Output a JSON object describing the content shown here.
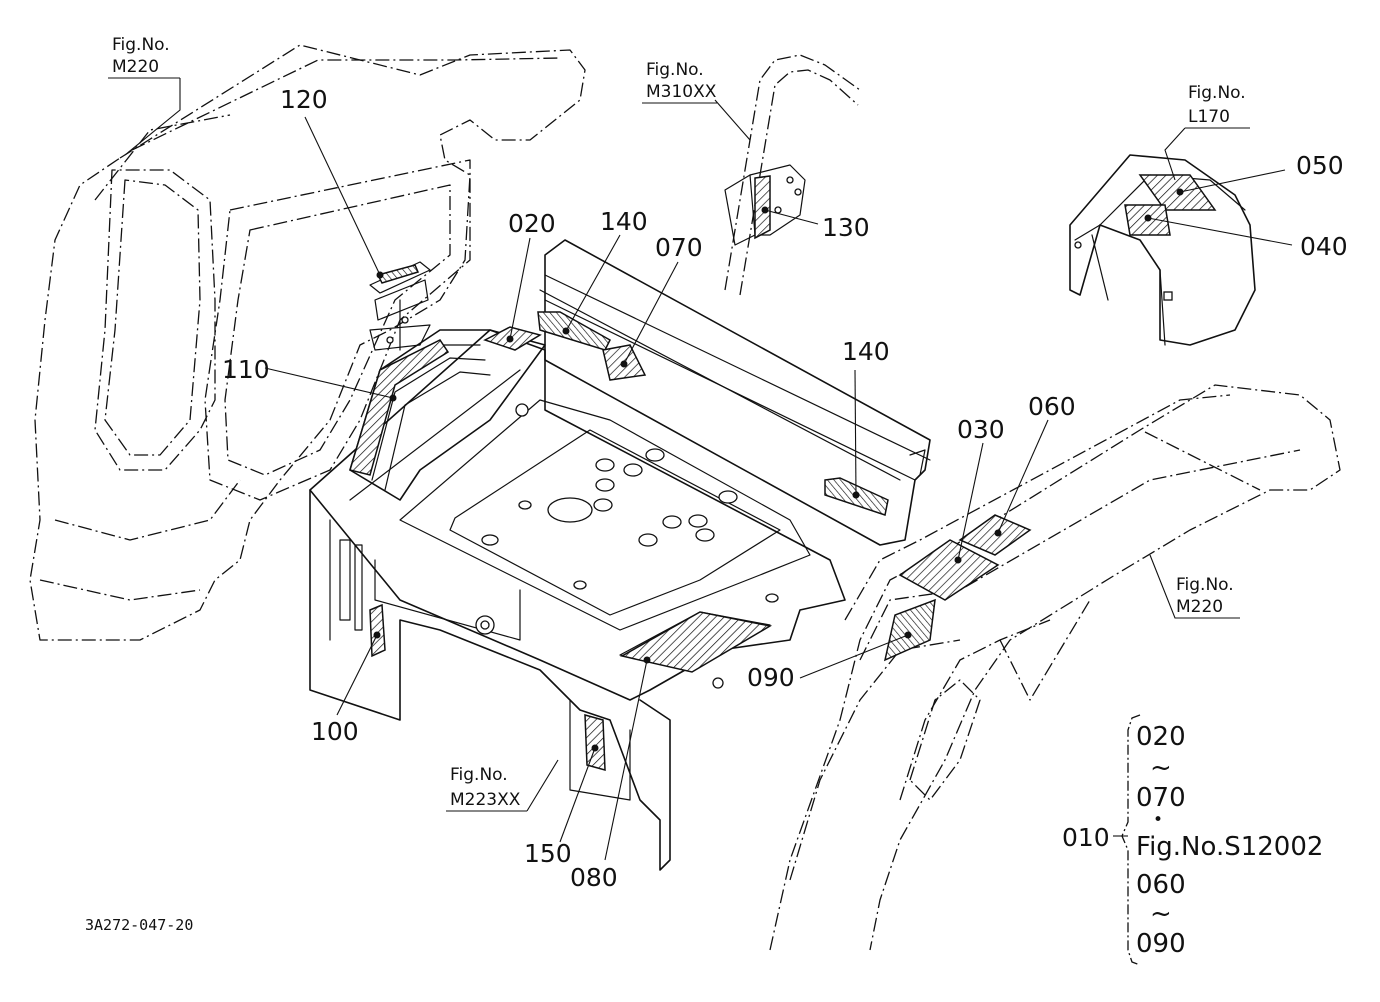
{
  "figure_refs": {
    "left_fender": {
      "label": "Fig.No.",
      "value": "M220"
    },
    "lever": {
      "label": "Fig.No.",
      "value": "M310XX"
    },
    "cover": {
      "label": "Fig.No.",
      "value": "L170"
    },
    "right_fender": {
      "label": "Fig.No.",
      "value": "M220"
    },
    "seat_base": {
      "label": "Fig.No.",
      "value": "M223XX"
    }
  },
  "callouts": {
    "c010": "010",
    "c020": "020",
    "c030": "030",
    "c040": "040",
    "c050": "050",
    "c060": "060",
    "c070": "070",
    "c080": "080",
    "c090": "090",
    "c100": "100",
    "c110": "110",
    "c120": "120",
    "c130": "130",
    "c140a": "140",
    "c140b": "140",
    "c150": "150"
  },
  "kit_bracket": {
    "line1": "020",
    "tilde1": "~",
    "line2": "070",
    "dot": "•",
    "line3": "Fig.No.S12002",
    "line4": "060",
    "tilde2": "~",
    "line5": "090"
  },
  "drawing_number": "3A272-047-20"
}
